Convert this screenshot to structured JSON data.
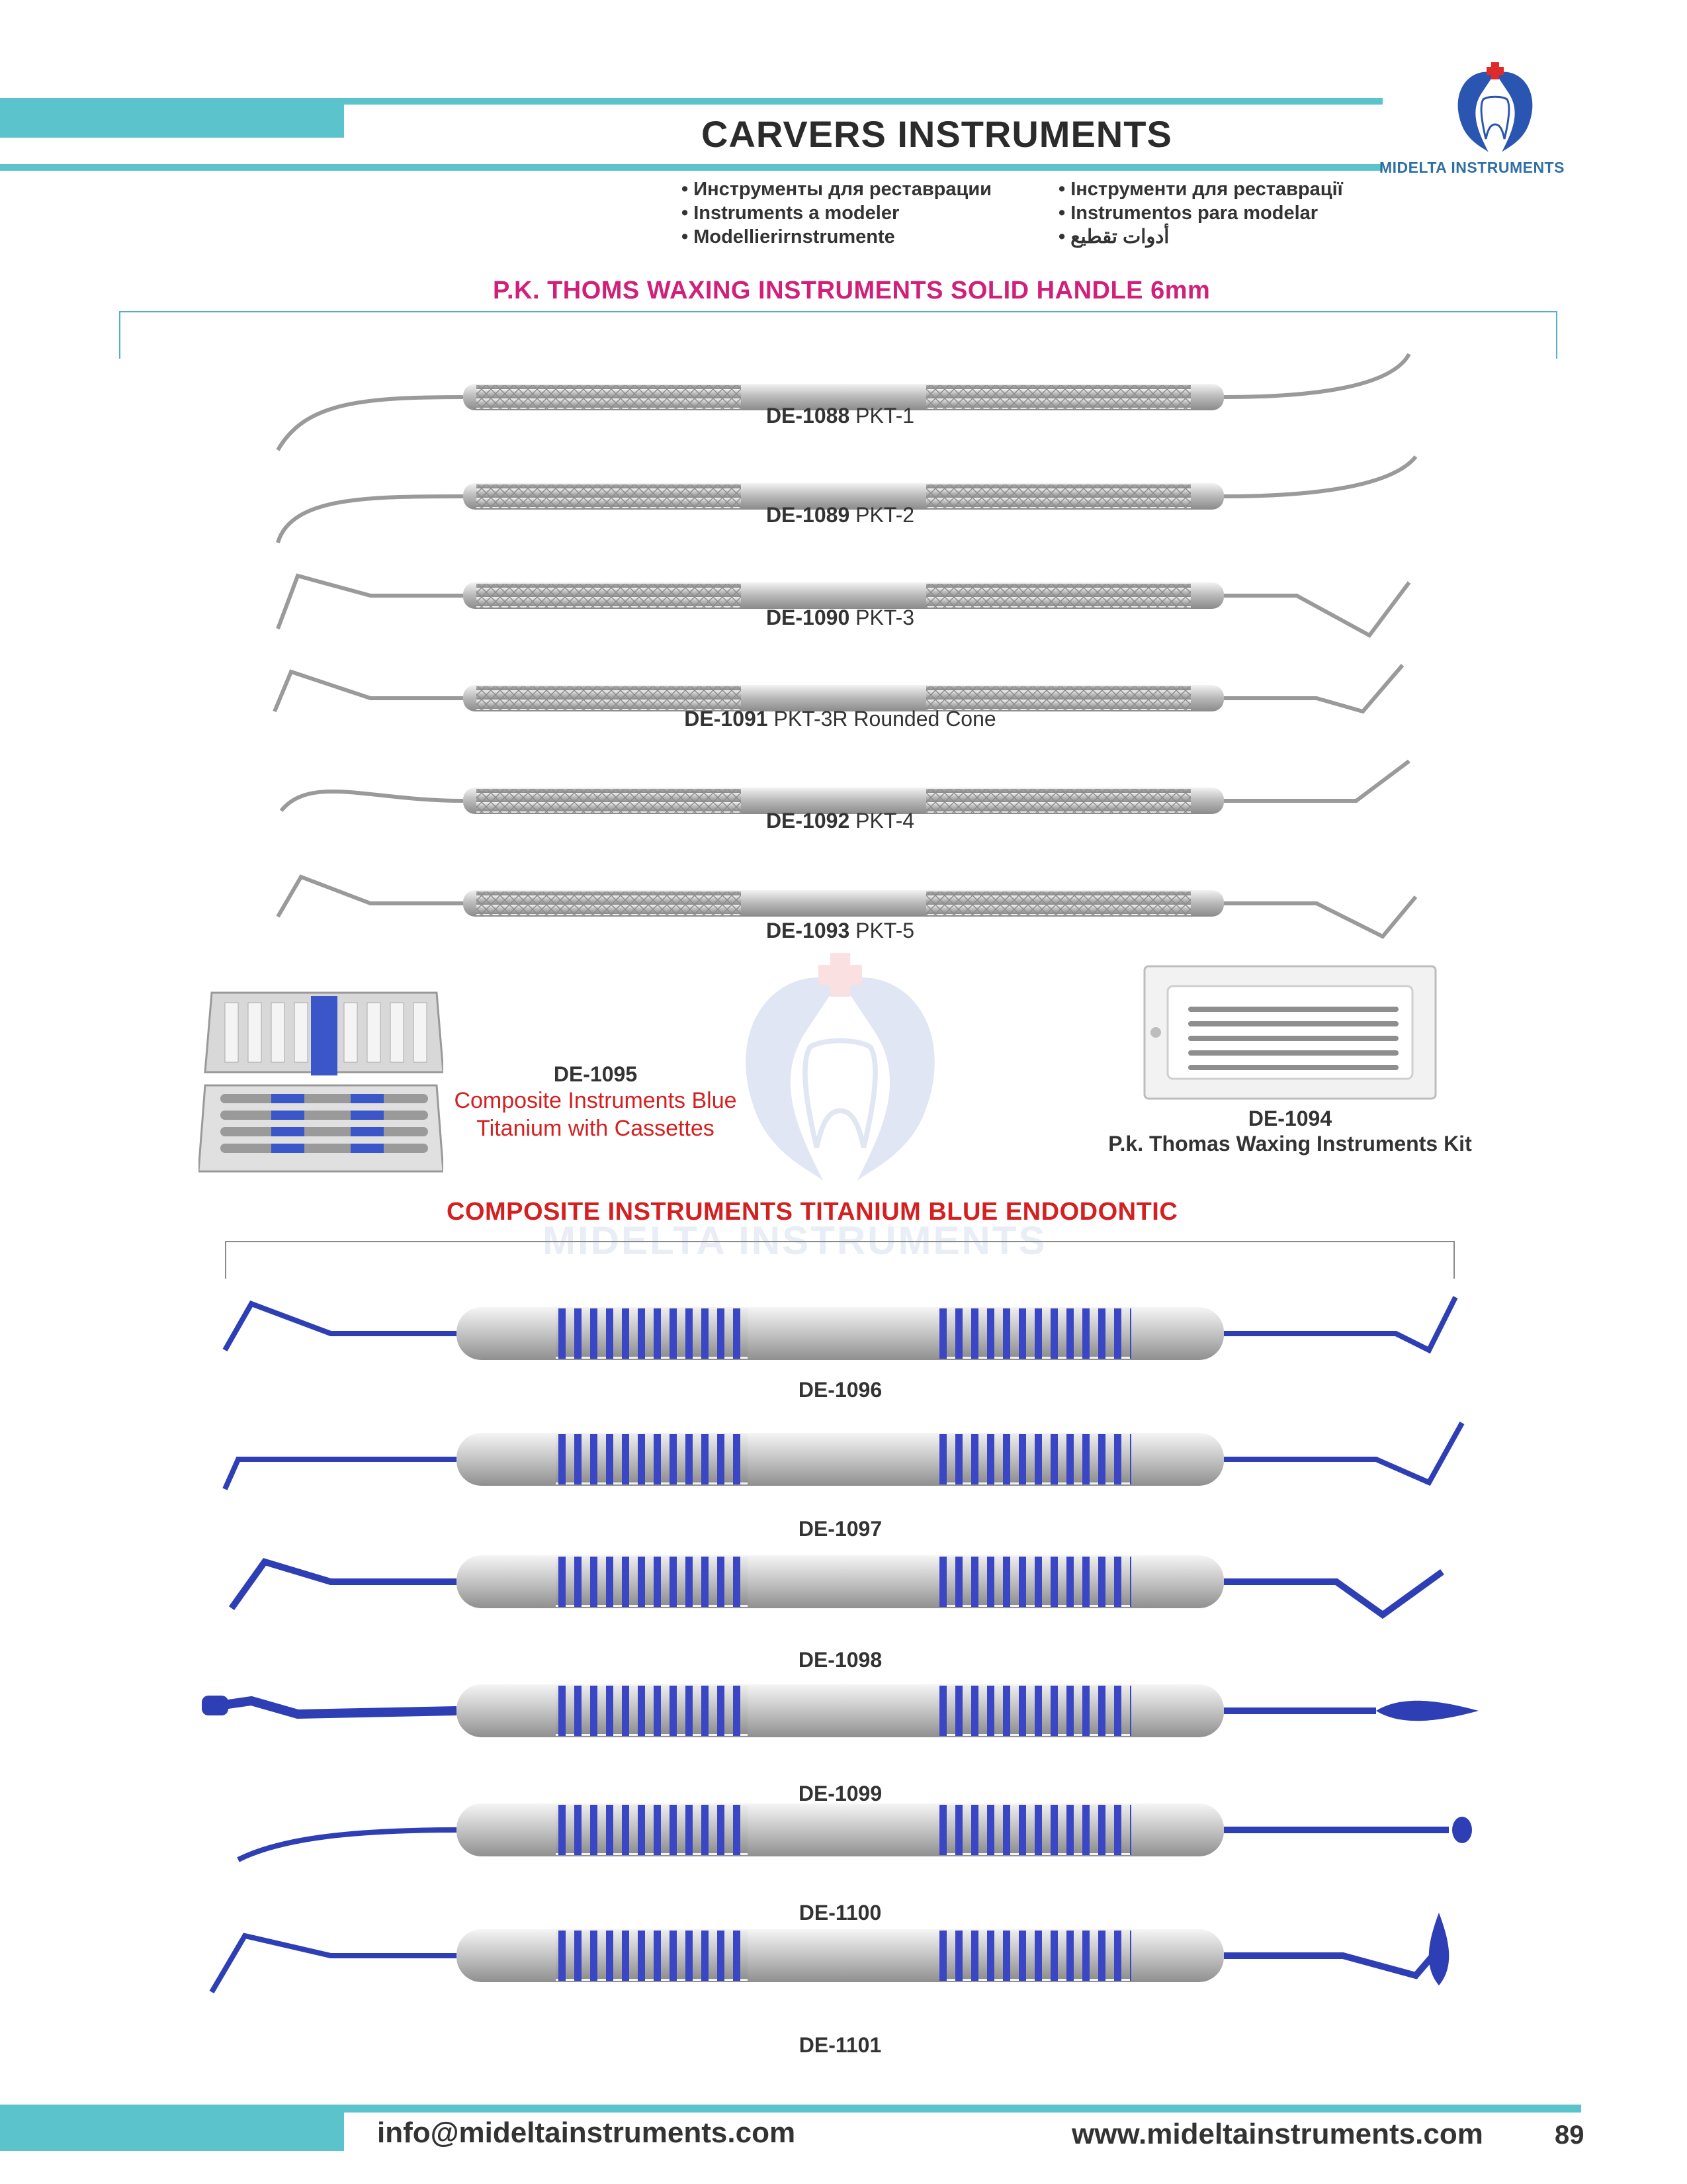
{
  "header": {
    "title": "CARVERS INSTRUMENTS",
    "brand": "MIDELTA INSTRUMENTS",
    "languages_left": [
      "Инструменты для реставрации",
      "Instruments a modeler",
      "Modellierirnstrumente"
    ],
    "languages_right": [
      "Інструменти для реставрації",
      "Instrumentos para modelar",
      "أدوات تقطيع"
    ]
  },
  "section1": {
    "title": "P.K. THOMS WAXING INSTRUMENTS SOLID HANDLE 6mm",
    "items": [
      {
        "code": "DE-1088",
        "name": "PKT-1"
      },
      {
        "code": "DE-1089",
        "name": "PKT-2"
      },
      {
        "code": "DE-1090",
        "name": "PKT-3"
      },
      {
        "code": "DE-1091",
        "name": "PKT-3R Rounded Cone"
      },
      {
        "code": "DE-1092",
        "name": "PKT-4"
      },
      {
        "code": "DE-1093",
        "name": "PKT-5"
      }
    ]
  },
  "kits": {
    "cassette": {
      "code": "DE-1095",
      "line1": "Composite Instruments Blue",
      "line2": "Titanium with Cassettes"
    },
    "waxing": {
      "code": "DE-1094",
      "name": "P.k. Thomas Waxing Instruments Kit"
    }
  },
  "watermark": "MIDELTA INSTRUMENTS",
  "section2": {
    "title": "COMPOSITE INSTRUMENTS TITANIUM BLUE ENDODONTIC",
    "items": [
      {
        "code": "DE-1096"
      },
      {
        "code": "DE-1097"
      },
      {
        "code": "DE-1098"
      },
      {
        "code": "DE-1099"
      },
      {
        "code": "DE-1100"
      },
      {
        "code": "DE-1101"
      }
    ]
  },
  "footer": {
    "email": "info@mideltainstruments.com",
    "website": "www.mideltainstruments.com",
    "page": "89"
  },
  "colors": {
    "teal": "#5bc3cc",
    "pink": "#d0207a",
    "red": "#d42020",
    "blue": "#2e3fb5",
    "brand_blue": "#2f6fa3"
  }
}
